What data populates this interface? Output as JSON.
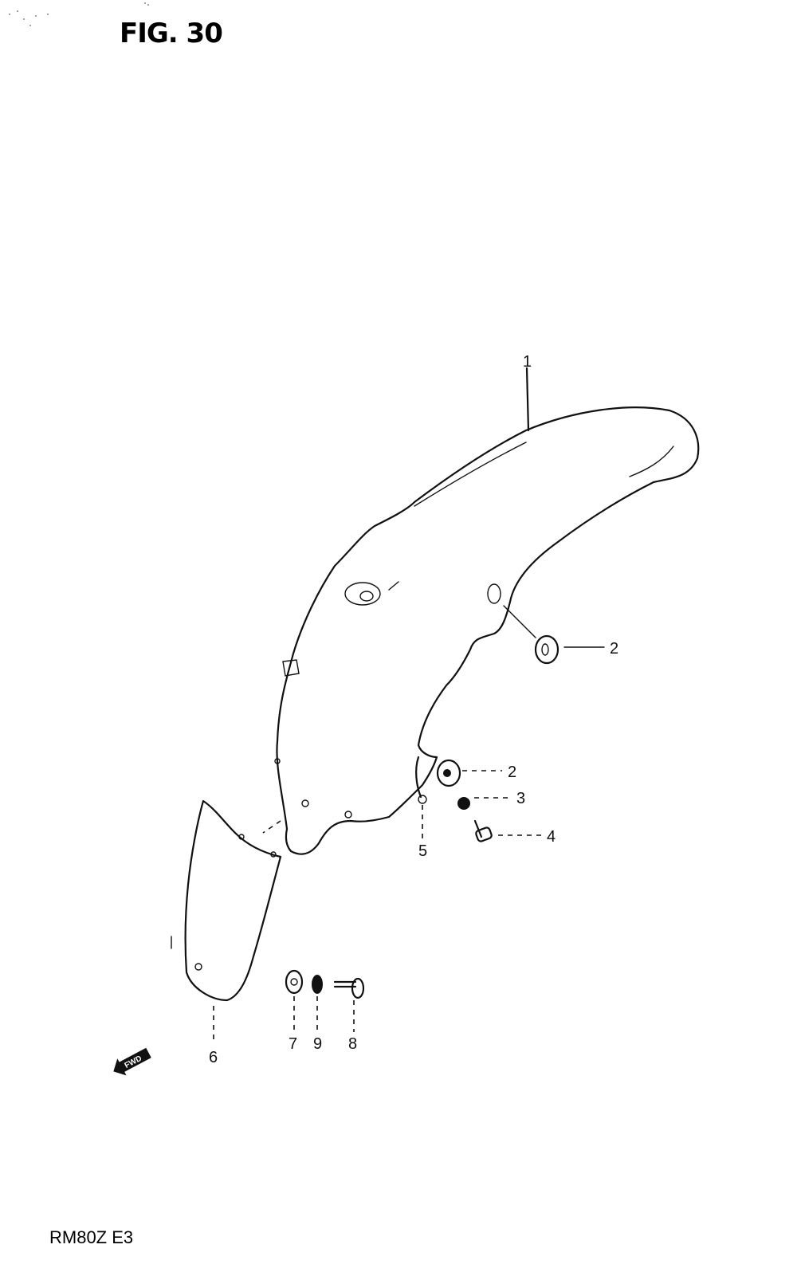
{
  "figure": {
    "title": "FIG. 30",
    "footer": "RM80Z E3"
  },
  "callouts": [
    {
      "id": "c1",
      "label": "1"
    },
    {
      "id": "c2a",
      "label": "2"
    },
    {
      "id": "c2b",
      "label": "2"
    },
    {
      "id": "c3",
      "label": "3"
    },
    {
      "id": "c4",
      "label": "4"
    },
    {
      "id": "c5",
      "label": "5"
    },
    {
      "id": "c6",
      "label": "6"
    },
    {
      "id": "c7",
      "label": "7"
    },
    {
      "id": "c9",
      "label": "9"
    },
    {
      "id": "c8",
      "label": "8"
    }
  ],
  "direction_marker": {
    "text": "FWD",
    "icon": "fwd-arrow-icon"
  }
}
